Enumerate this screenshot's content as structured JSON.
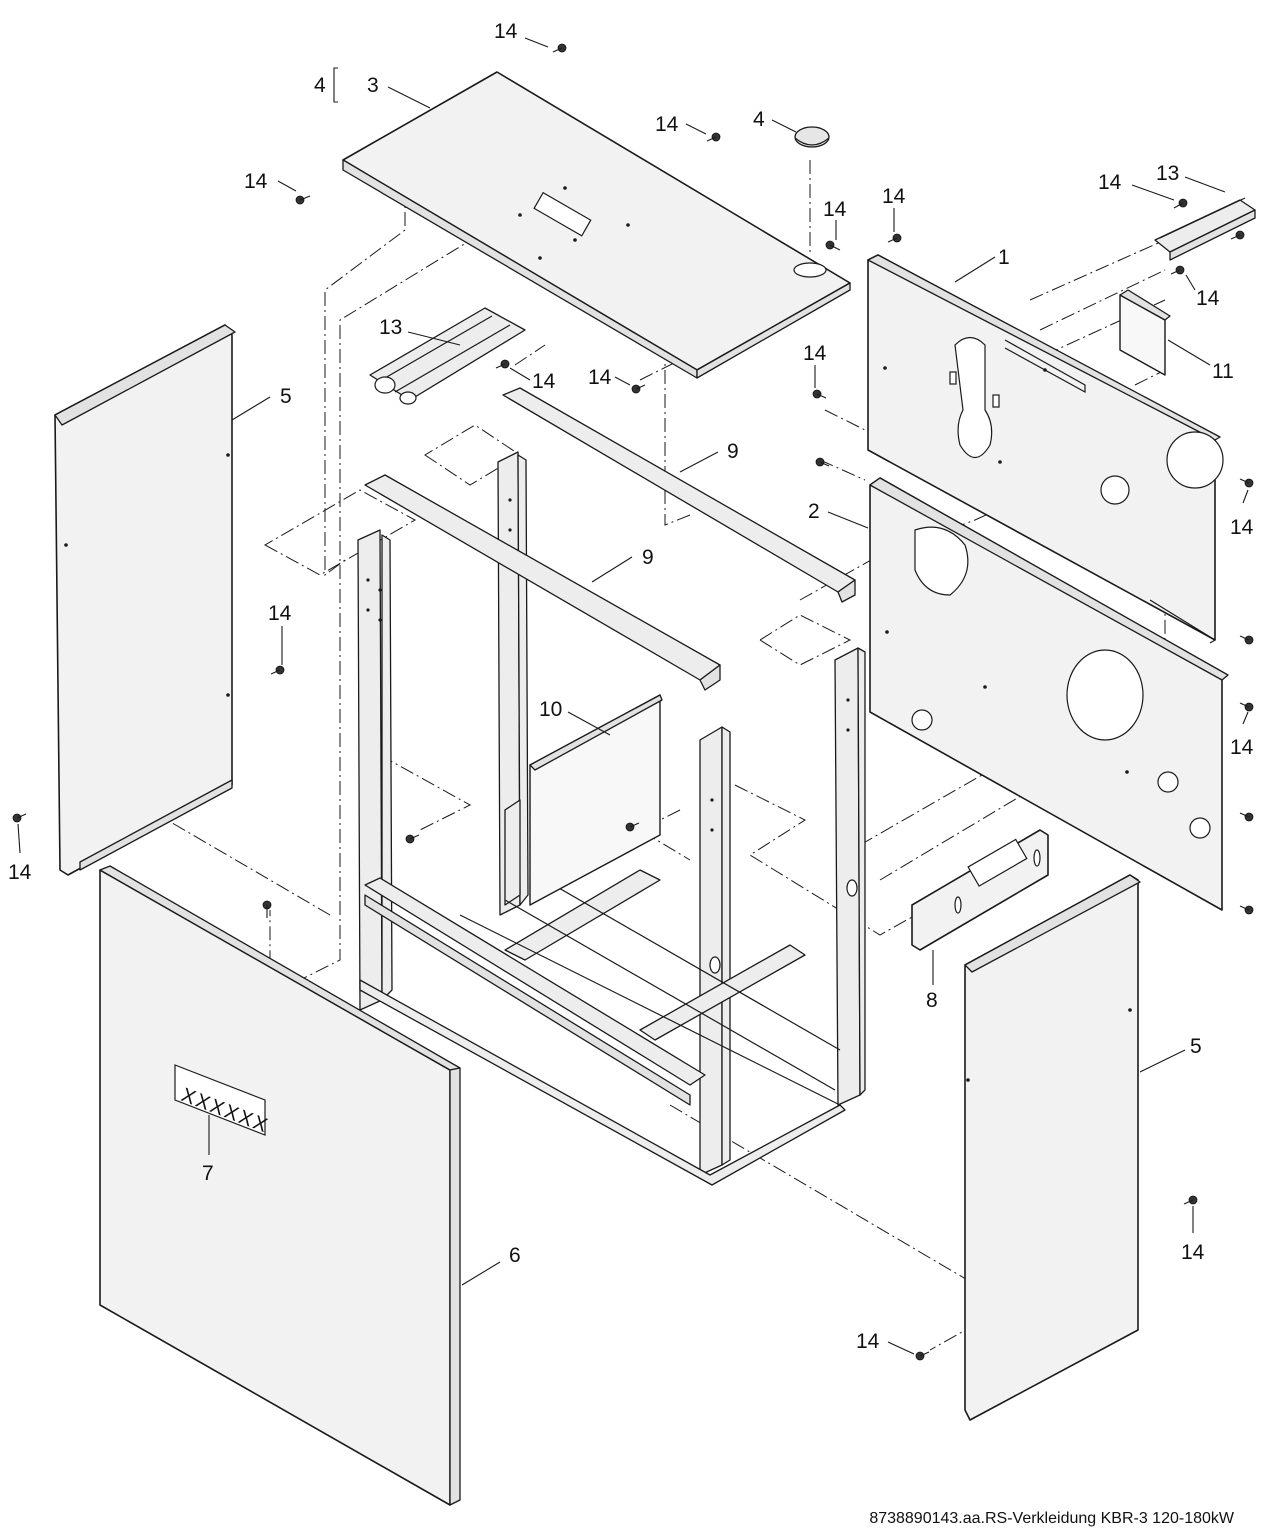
{
  "figure": {
    "footer_caption": "8738890143.aa.RS-Verkleidung KBR-3 120-180kW",
    "part_label_text": "XXXXXX",
    "bracket_group": {
      "outer": "4",
      "inner": "3"
    }
  },
  "callouts": {
    "c14_top": "14",
    "c4_bracket": "4",
    "c3": "3",
    "c14_top_left": "14",
    "c14_top_mid": "14",
    "c4_cap": "4",
    "c14_a": "14",
    "c14_b": "14",
    "c14_rail_right": "14",
    "c13_right": "13",
    "c1": "1",
    "c14_r1": "14",
    "c11": "11",
    "c13_left": "13",
    "c14_rail_left": "14",
    "c14_top_front": "14",
    "c14_side_panel": "14",
    "c5_left": "5",
    "c9_rear": "9",
    "c2": "2",
    "c14_r2": "14",
    "c9_front": "9",
    "c14_left": "14",
    "c10": "10",
    "c14_r3": "14",
    "c14_left_bottom": "14",
    "c8": "8",
    "c5_right": "5",
    "c7": "7",
    "c6": "6",
    "c14_right_lower": "14",
    "c14_bottom": "14"
  }
}
